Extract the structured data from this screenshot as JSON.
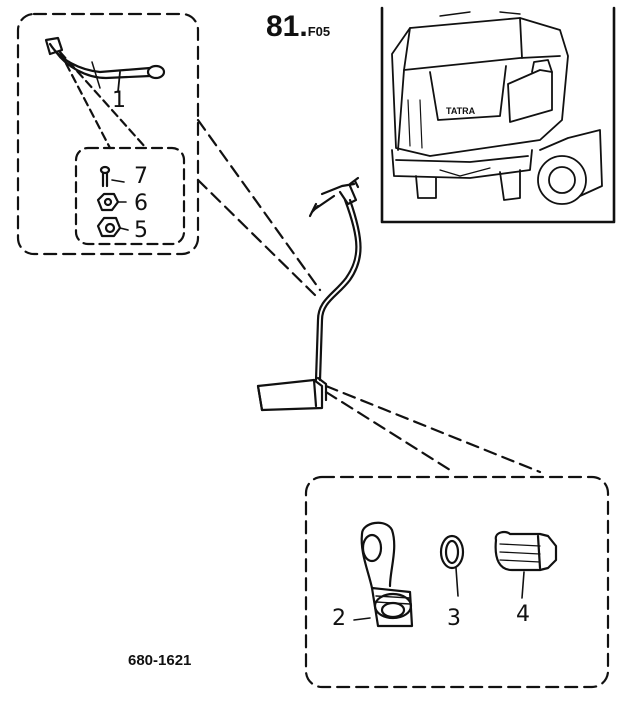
{
  "header": {
    "page_number": "81.",
    "page_suffix": "F05"
  },
  "footer": {
    "drawing_number": "680-1621"
  },
  "callouts": {
    "c1": "1",
    "c2": "2",
    "c3": "3",
    "c4": "4",
    "c5": "5",
    "c6": "6",
    "c7": "7"
  },
  "inset": {
    "cab_brand": "TATRA"
  }
}
